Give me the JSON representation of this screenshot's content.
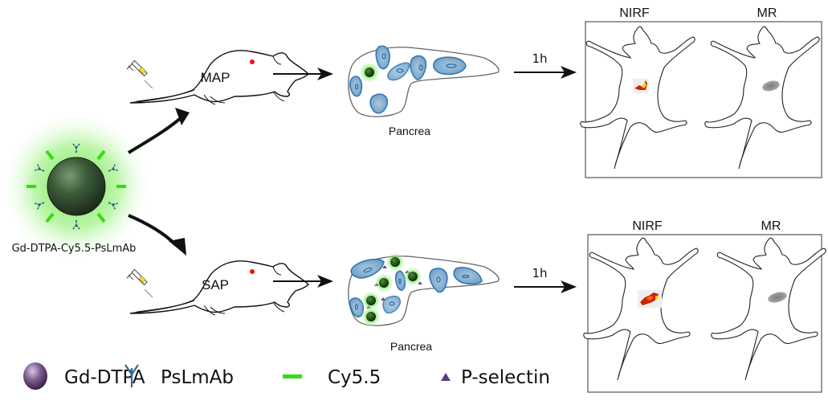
{
  "probe": {
    "label": "Gd-DTPA-Cy5.5-PsLmAb"
  },
  "rows": [
    {
      "model_label": "MAP",
      "organ_label": "Pancrea",
      "time_label": "1h",
      "imaging": {
        "nirf_label": "NIRF",
        "mr_label": "MR"
      }
    },
    {
      "model_label": "SAP",
      "organ_label": "Pancrea",
      "time_label": "1h",
      "imaging": {
        "nirf_label": "NIRF",
        "mr_label": "MR"
      }
    }
  ],
  "legend": [
    {
      "icon": "gd-dtpa-sphere-icon",
      "label": "Gd-DTPA",
      "color": "#6a4a7a"
    },
    {
      "icon": "antibody-y-icon",
      "label": "PsLmAb",
      "color": "#2a6a9a"
    },
    {
      "icon": "cy55-bar-icon",
      "label": "Cy5.5",
      "color": "#33dd11"
    },
    {
      "icon": "triangle-icon",
      "label": "P-selectin",
      "color": "#5a3a8a"
    }
  ],
  "colors": {
    "glow": "#66ee44",
    "cell_fill": "#7fa9c9",
    "cell_stroke": "#2a74b4",
    "eye": "#ee1111",
    "mr_signal": "#8a8a8a",
    "nirf_hot": "#ffcc00",
    "nirf_mid": "#dd2200"
  }
}
